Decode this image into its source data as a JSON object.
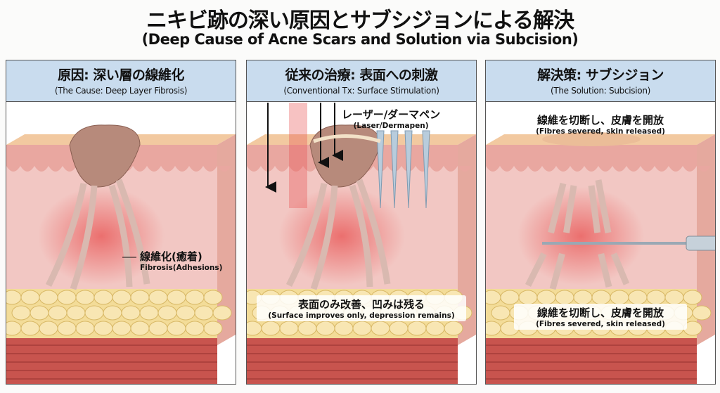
{
  "title": "ニキビ跡の深い原因とサブシジョンによる解決",
  "subtitle": "(Deep Cause of Acne Scars and Solution via Subcision)",
  "panels": [
    {
      "heading": "原因: 深い層の線維化",
      "heading_en": "(The Cause: Deep Layer Fibrosis)",
      "labels": [
        {
          "ja": "線維化(癒着)",
          "en": "Fibrosis(Adhesions)"
        }
      ]
    },
    {
      "heading": "従来の治療: 表面への刺激",
      "heading_en": "(Conventional Tx: Surface Stimulation)",
      "labels": [
        {
          "ja": "レーザー/ダーマペン",
          "en": "(Laser/Dermapen)"
        },
        {
          "ja": "表面のみ改善、凹みは残る",
          "en": "(Surface improves only, depression remains)"
        }
      ]
    },
    {
      "heading": "解決策: サブシジョン",
      "heading_en": "(The Solution: Subcision)",
      "labels": [
        {
          "ja": "線維を切断し、皮膚を開放",
          "en": "(Fibres severed, skin released)"
        },
        {
          "ja": "線維を切断し、皮膚を開放",
          "en": "(Fibres severed, skin released)"
        }
      ]
    }
  ],
  "colors": {
    "header": "#c9dcee",
    "epidermis": "#e9a7a0",
    "dermis": "#f2c7c3",
    "fat": "#f3dc98",
    "muscle": "#c8544e",
    "surface": "#f2c9a0"
  }
}
